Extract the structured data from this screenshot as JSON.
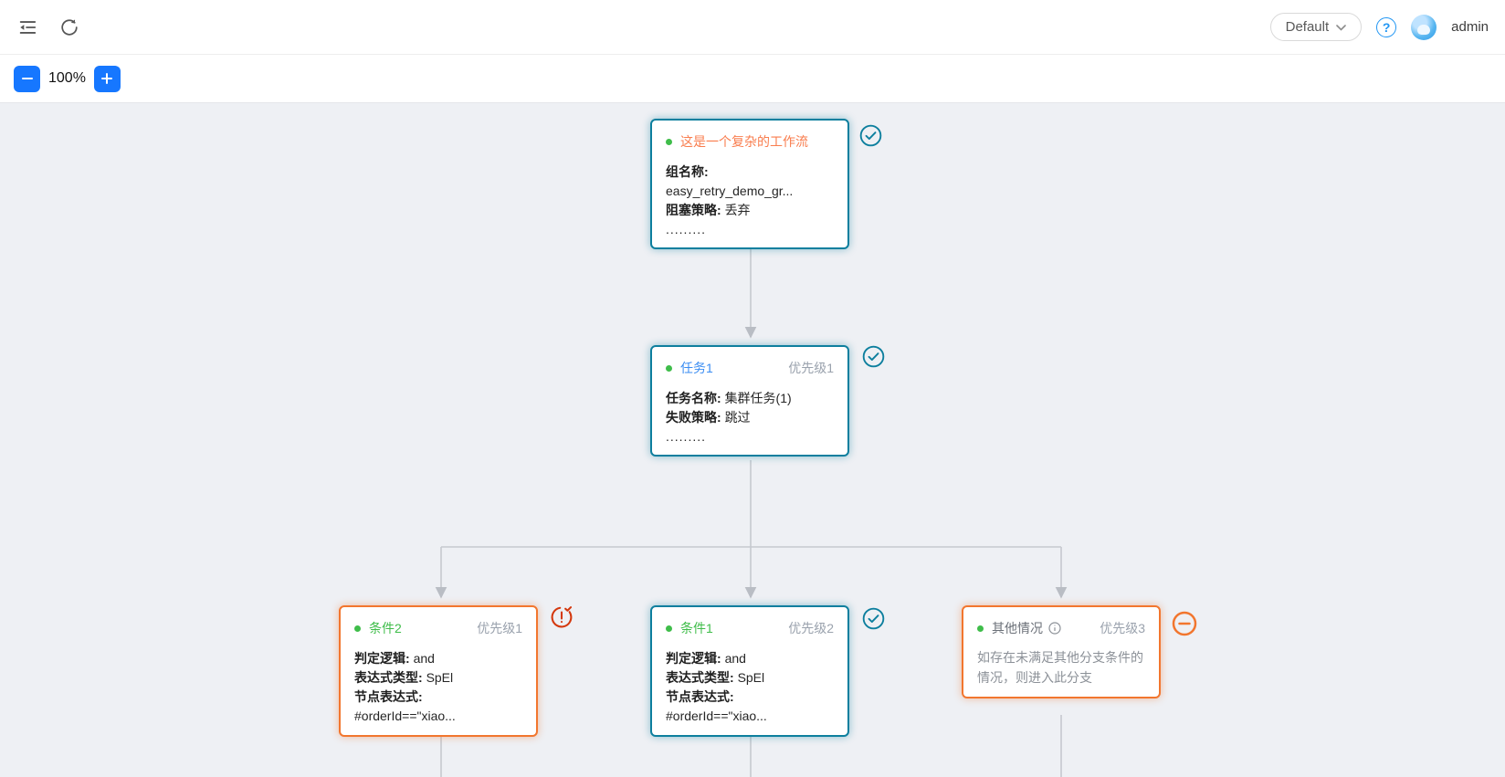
{
  "header": {
    "env_selector": "Default",
    "user": "admin",
    "icons": {
      "menu_fold": "menu-fold",
      "reload": "reload",
      "help_glyph": "?",
      "chevron": "chevron-down"
    }
  },
  "toolbar": {
    "zoom_level": "100%"
  },
  "colors": {
    "primary_blue": "#1677ff",
    "node_teal": "#0d7f9e",
    "node_orange": "#f2762e",
    "title_orange": "#f97d4e",
    "title_blue": "#3b8df2",
    "title_green": "#3fbd4a",
    "status_danger": "#d4380d",
    "status_skip": "#f2762e",
    "edge_gray": "#c2c6cc",
    "canvas_bg": "#eef0f4"
  },
  "workflow": {
    "nodes": [
      {
        "title": "这是一个复杂的工作流",
        "priority": "",
        "status": "success",
        "rows": [
          {
            "label": "组名称:",
            "value": "easy_retry_demo_gr..."
          },
          {
            "label": "阻塞策略:",
            "value": "丢弃"
          }
        ],
        "more": "........."
      },
      {
        "title": "任务1",
        "priority": "优先级1",
        "status": "success",
        "rows": [
          {
            "label": "任务名称:",
            "value": "集群任务(1)"
          },
          {
            "label": "失败策略:",
            "value": "跳过"
          }
        ],
        "more": "........."
      },
      {
        "title": "条件2",
        "priority": "优先级1",
        "status": "retry-warning",
        "rows": [
          {
            "label": "判定逻辑:",
            "value": "and"
          },
          {
            "label": "表达式类型:",
            "value": "SpEl"
          },
          {
            "label": "节点表达式:",
            "value": "#orderId==\"xiao..."
          }
        ]
      },
      {
        "title": "条件1",
        "priority": "优先级2",
        "status": "success",
        "rows": [
          {
            "label": "判定逻辑:",
            "value": "and"
          },
          {
            "label": "表达式类型:",
            "value": "SpEl"
          },
          {
            "label": "节点表达式:",
            "value": "#orderId==\"xiao..."
          }
        ]
      },
      {
        "title": "其他情况",
        "priority": "优先级3",
        "status": "skipped",
        "description": "如存在未满足其他分支条件的情况，则进入此分支"
      }
    ]
  }
}
